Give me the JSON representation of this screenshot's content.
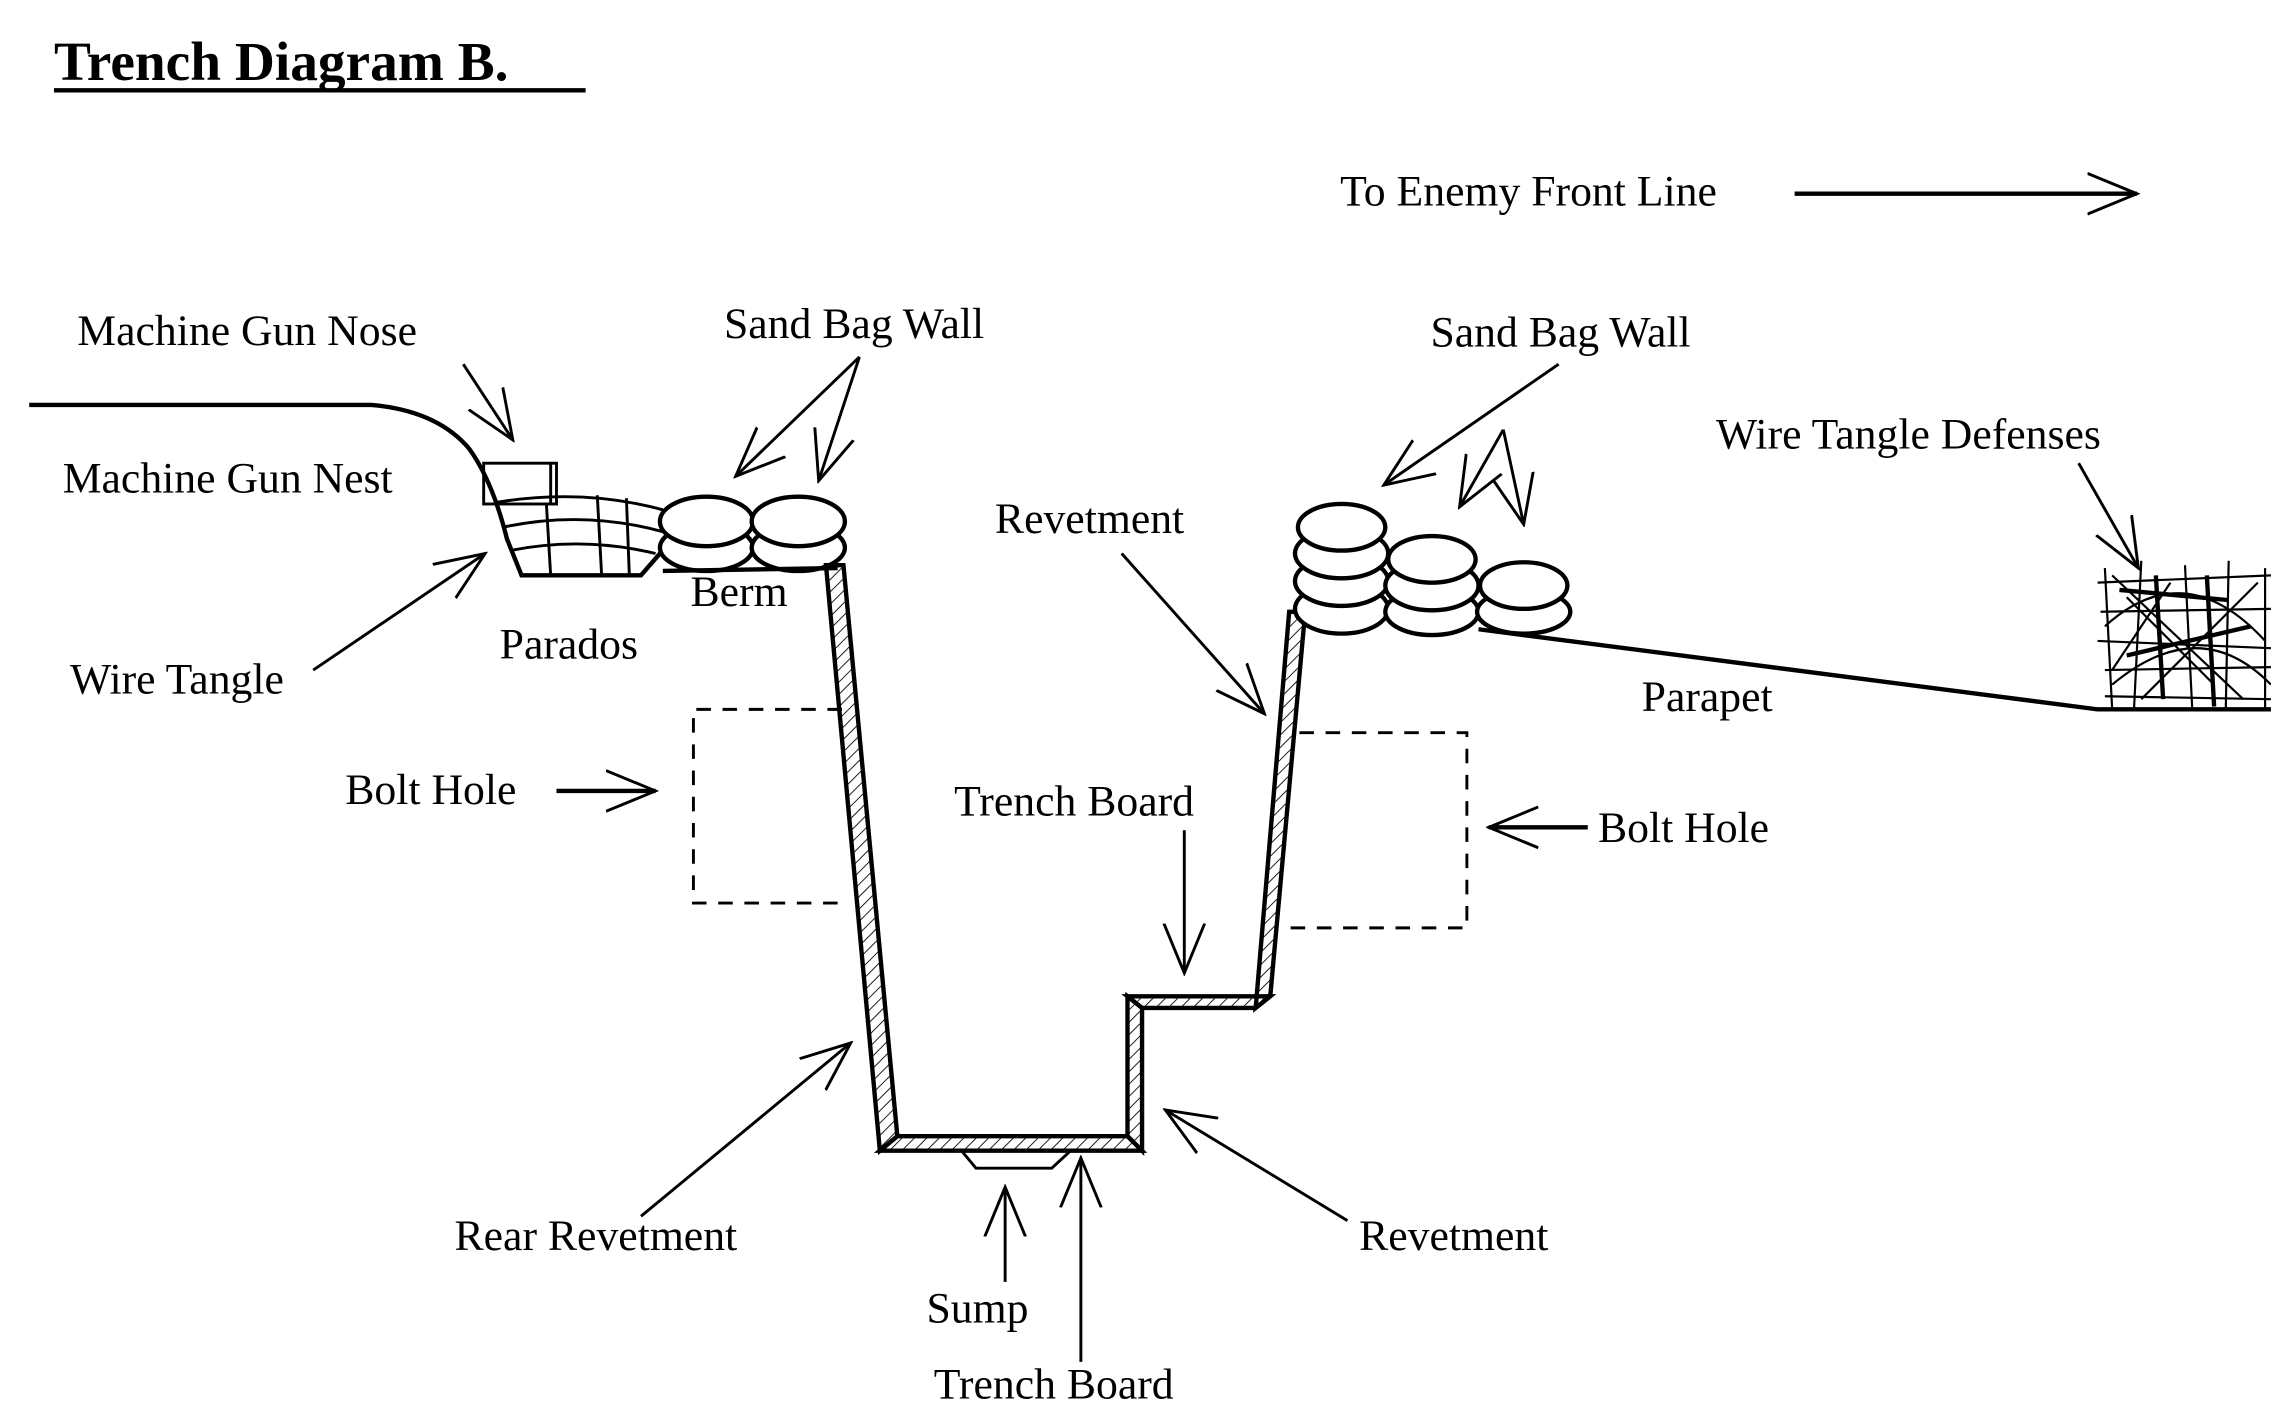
{
  "title": "Trench Diagram B.",
  "labels": {
    "enemy_direction": "To Enemy Front Line",
    "mg_nose": "Machine Gun Nose",
    "sandbag_left": "Sand Bag Wall",
    "mg_nest": "Machine Gun Nest",
    "revetment_top": "Revetment",
    "sandbag_right": "Sand Bag Wall",
    "wire_defenses": "Wire Tangle Defenses",
    "berm": "Berm",
    "parados": "Parados",
    "wire_tangle": "Wire Tangle",
    "parapet": "Parapet",
    "bolt_hole_left": "Bolt Hole",
    "trench_board_step": "Trench Board",
    "bolt_hole_right": "Bolt Hole",
    "rear_revetment": "Rear Revetment",
    "revetment_bottom": "Revetment",
    "sump": "Sump",
    "trench_board_floor": "Trench Board"
  }
}
